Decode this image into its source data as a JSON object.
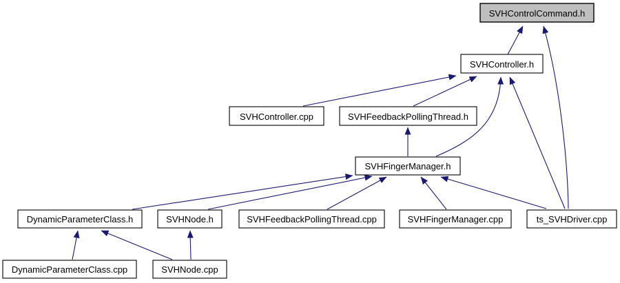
{
  "meta": {
    "diagram_type": "include-dependency-graph",
    "background_color": "#ffffff",
    "edge_color": "#191970",
    "node_fill_color": "#ffffff",
    "node_border_color": "#000000",
    "highlighted_node_fill_color": "#bfbfbf",
    "text_color": "#000000"
  },
  "nodes": [
    {
      "label": "SVHControlCommand.h",
      "highlighted": true
    },
    {
      "label": "SVHController.h",
      "highlighted": false
    },
    {
      "label": "SVHController.cpp",
      "highlighted": false
    },
    {
      "label": "SVHFeedbackPollingThread.h",
      "highlighted": false
    },
    {
      "label": "SVHFingerManager.h",
      "highlighted": false
    },
    {
      "label": "DynamicParameterClass.h",
      "highlighted": false
    },
    {
      "label": "SVHNode.h",
      "highlighted": false
    },
    {
      "label": "SVHFeedbackPollingThread.cpp",
      "highlighted": false
    },
    {
      "label": "SVHFingerManager.cpp",
      "highlighted": false
    },
    {
      "label": "ts_SVHDriver.cpp",
      "highlighted": false
    },
    {
      "label": "DynamicParameterClass.cpp",
      "highlighted": false
    },
    {
      "label": "SVHNode.cpp",
      "highlighted": false
    }
  ],
  "edges": [
    {
      "from": "SVHController.h",
      "to": "SVHControlCommand.h"
    },
    {
      "from": "ts_SVHDriver.cpp",
      "to": "SVHControlCommand.h"
    },
    {
      "from": "SVHController.cpp",
      "to": "SVHController.h"
    },
    {
      "from": "SVHFeedbackPollingThread.h",
      "to": "SVHController.h"
    },
    {
      "from": "SVHFingerManager.h",
      "to": "SVHController.h"
    },
    {
      "from": "ts_SVHDriver.cpp",
      "to": "SVHController.h"
    },
    {
      "from": "SVHFingerManager.h",
      "to": "SVHFeedbackPollingThread.h"
    },
    {
      "from": "DynamicParameterClass.h",
      "to": "SVHFingerManager.h"
    },
    {
      "from": "SVHNode.h",
      "to": "SVHFingerManager.h"
    },
    {
      "from": "SVHFeedbackPollingThread.cpp",
      "to": "SVHFingerManager.h"
    },
    {
      "from": "SVHFingerManager.cpp",
      "to": "SVHFingerManager.h"
    },
    {
      "from": "ts_SVHDriver.cpp",
      "to": "SVHFingerManager.h"
    },
    {
      "from": "DynamicParameterClass.cpp",
      "to": "DynamicParameterClass.h"
    },
    {
      "from": "SVHNode.cpp",
      "to": "DynamicParameterClass.h"
    },
    {
      "from": "SVHNode.cpp",
      "to": "SVHNode.h"
    }
  ]
}
